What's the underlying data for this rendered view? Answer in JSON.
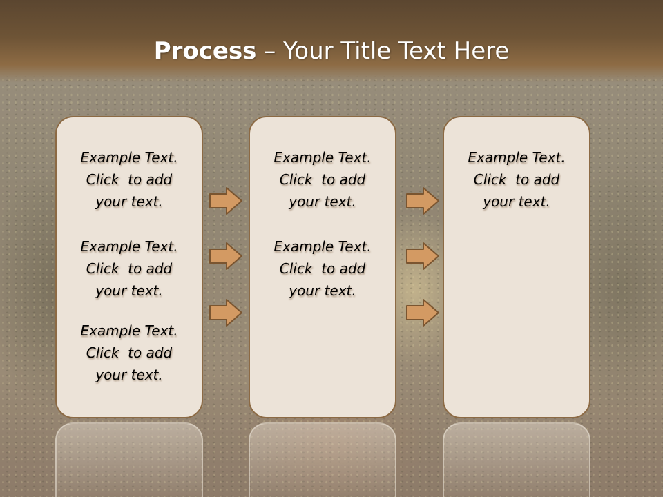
{
  "slide": {
    "title_bold": "Process",
    "title_rest": " – Your Title Text Here"
  },
  "columns": [
    {
      "blocks": [
        {
          "line1": "Example Text.",
          "line2": "Click  to add",
          "line3": "your text."
        },
        {
          "line1": "Example Text.",
          "line2": "Click  to add",
          "line3": "your text."
        },
        {
          "line1": "Example Text.",
          "line2": "Click  to add",
          "line3": "your text."
        }
      ]
    },
    {
      "blocks": [
        {
          "line1": "Example Text.",
          "line2": "Click  to add",
          "line3": "your text."
        },
        {
          "line1": "Example Text.",
          "line2": "Click  to add",
          "line3": "your text."
        }
      ]
    },
    {
      "blocks": [
        {
          "line1": "Example Text.",
          "line2": "Click  to add",
          "line3": "your text."
        }
      ]
    }
  ],
  "colors": {
    "title_bar": "#6e5436",
    "box_fill": "#ece3d8",
    "box_border": "#8c6a44",
    "arrow_fill": "#d39a63",
    "arrow_stroke": "#7a5530"
  }
}
